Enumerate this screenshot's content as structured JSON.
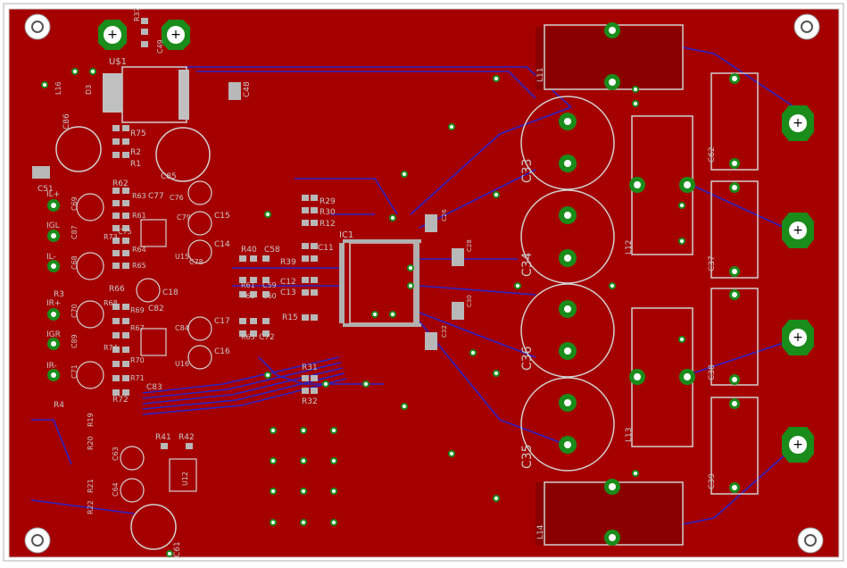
{
  "colors": {
    "copper_top": "#a50000",
    "copper_dark": "#7a0000",
    "bottom_trace": "#2a24c8",
    "silk": "#c8c8c8",
    "pad_green": "#1a8c1a",
    "pad_white": "#ffffff",
    "outline": "#d0d0d0",
    "frame": "#ffffff"
  },
  "labels": {
    "big_caps": [
      {
        "text": "C33"
      },
      {
        "text": "C34"
      },
      {
        "text": "C36"
      },
      {
        "text": "C35"
      }
    ],
    "inductors": [
      {
        "text": "L11"
      },
      {
        "text": "L12"
      },
      {
        "text": "L13"
      },
      {
        "text": "L14"
      }
    ],
    "film_caps": [
      {
        "text": "C62"
      },
      {
        "text": "C37"
      },
      {
        "text": "C38"
      },
      {
        "text": "C39"
      }
    ],
    "ic": "IC1",
    "regulator": "U$1",
    "cap_c48": "C48",
    "cap_c85": "C85",
    "cap_c86": "C86",
    "cap_c61": "C61",
    "small": [
      {
        "text": "R75"
      },
      {
        "text": "R2"
      },
      {
        "text": "R1"
      },
      {
        "text": "R37"
      },
      {
        "text": "C49"
      },
      {
        "text": "R62"
      },
      {
        "text": "R63"
      },
      {
        "text": "R61"
      },
      {
        "text": "C77"
      },
      {
        "text": "C76"
      },
      {
        "text": "R73"
      },
      {
        "text": "C75"
      },
      {
        "text": "R64"
      },
      {
        "text": "R65"
      },
      {
        "text": "R66"
      },
      {
        "text": "R68"
      },
      {
        "text": "R69"
      },
      {
        "text": "R67"
      },
      {
        "text": "R74"
      },
      {
        "text": "R70"
      },
      {
        "text": "R71"
      },
      {
        "text": "R72"
      },
      {
        "text": "C82"
      },
      {
        "text": "C83"
      },
      {
        "text": "C18"
      },
      {
        "text": "C84"
      },
      {
        "text": "C15"
      },
      {
        "text": "C14"
      },
      {
        "text": "C17"
      },
      {
        "text": "C16"
      },
      {
        "text": "U15"
      },
      {
        "text": "U16"
      },
      {
        "text": "C79"
      },
      {
        "text": "C78"
      },
      {
        "text": "R29"
      },
      {
        "text": "R30"
      },
      {
        "text": "R12"
      },
      {
        "text": "R40"
      },
      {
        "text": "C58"
      },
      {
        "text": "C11"
      },
      {
        "text": "R39"
      },
      {
        "text": "C12"
      },
      {
        "text": "C13"
      },
      {
        "text": "R61"
      },
      {
        "text": "R62"
      },
      {
        "text": "C59"
      },
      {
        "text": "C60"
      },
      {
        "text": "R15"
      },
      {
        "text": "R63"
      },
      {
        "text": "C72"
      },
      {
        "text": "R31"
      },
      {
        "text": "R32"
      },
      {
        "text": "C26"
      },
      {
        "text": "C28"
      },
      {
        "text": "C30"
      },
      {
        "text": "C32"
      },
      {
        "text": "C51"
      },
      {
        "text": "C69"
      },
      {
        "text": "C87"
      },
      {
        "text": "C68"
      },
      {
        "text": "C70"
      },
      {
        "text": "C89"
      },
      {
        "text": "C71"
      },
      {
        "text": "R3"
      },
      {
        "text": "R4"
      },
      {
        "text": "R19"
      },
      {
        "text": "R20"
      },
      {
        "text": "R21"
      },
      {
        "text": "R22"
      },
      {
        "text": "R41"
      },
      {
        "text": "R42"
      },
      {
        "text": "C63"
      },
      {
        "text": "C64"
      },
      {
        "text": "U12"
      },
      {
        "text": "L16"
      },
      {
        "text": "D3"
      }
    ],
    "input_pins": [
      {
        "text": "IL+"
      },
      {
        "text": "IGL"
      },
      {
        "text": "IL-"
      },
      {
        "text": "IR+"
      },
      {
        "text": "IGR"
      },
      {
        "text": "IR-"
      }
    ]
  }
}
